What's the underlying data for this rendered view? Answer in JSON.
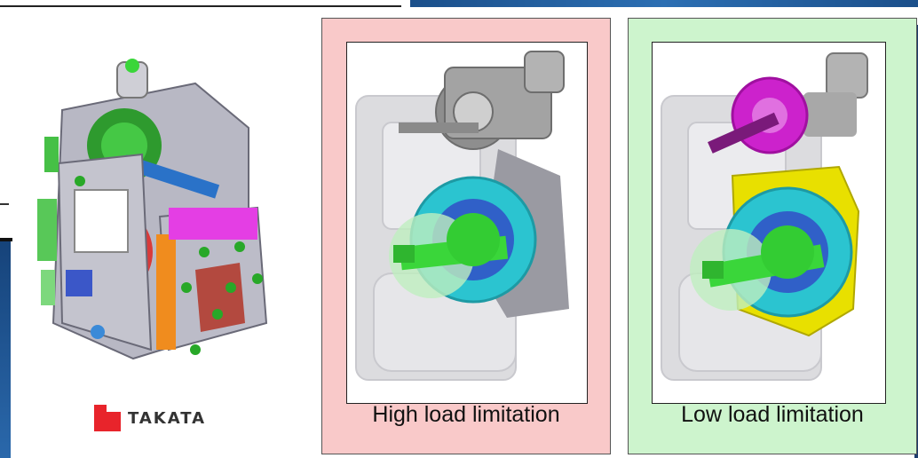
{
  "logo": {
    "text": "TAKATA",
    "brand_color": "#e8242b"
  },
  "panels": [
    {
      "id": "high",
      "caption": "High load limitation",
      "background": "#f9c9c9",
      "active_gear_color": "#9a9a9a"
    },
    {
      "id": "low",
      "caption": "Low load limitation",
      "background": "#cdf4cd",
      "active_gear_color": "#cc22cc"
    }
  ],
  "colors": {
    "gear_cyan": "#2bc4d0",
    "shaft_green": "#3ad63a",
    "housing_gray": "#a9a9b4",
    "yellow_ring": "#e8e000"
  },
  "icons": [
    "takata-logo-icon"
  ]
}
